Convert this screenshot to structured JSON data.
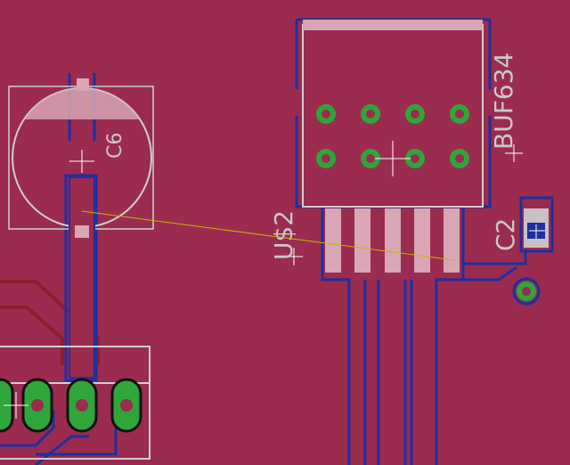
{
  "board": {
    "background": "#9B2B4F",
    "colors": {
      "bottom_copper": "#1E2FA0",
      "top_copper": "#8E1E2E",
      "silkscreen": "#D0D0D0",
      "pad_ring": "#2FA63A",
      "drill": "#9B2B4F",
      "airwire": "#C8B400"
    }
  },
  "components": {
    "c6": {
      "name": "C6"
    },
    "u2": {
      "name": "U$2",
      "value": "BUF634"
    },
    "c2": {
      "name": "C2"
    }
  }
}
